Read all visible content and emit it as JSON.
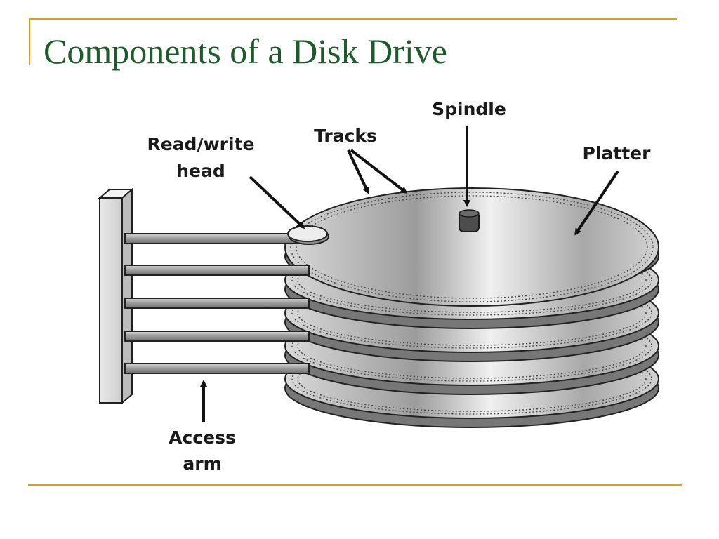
{
  "slide": {
    "title": "Components of a Disk Drive"
  },
  "diagram": {
    "labels": {
      "spindle": "Spindle",
      "tracks": "Tracks",
      "read_write_head_line1": "Read/write",
      "read_write_head_line2": "head",
      "platter": "Platter",
      "access_arm_line1": "Access",
      "access_arm_line2": "arm"
    },
    "platter_count": 5,
    "access_arm_count": 5
  },
  "colors": {
    "accent_rule": "#d9a21b",
    "title": "#1f5a2c",
    "spindle": "#4d4d4d",
    "platter_light": "#f2f2f2",
    "platter_mid": "#bdbdbd",
    "platter_dark": "#8a8a8a"
  }
}
